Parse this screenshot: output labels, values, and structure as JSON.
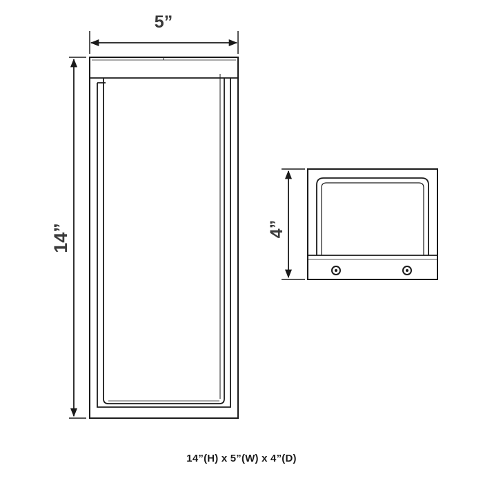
{
  "drawing": {
    "width_label": "5”",
    "height_label": "14”",
    "depth_label": "4”",
    "caption": "14”(H) x 5”(W) x 4”(D)",
    "colors": {
      "line": "#1a1a1a",
      "text": "#3a3a3a"
    }
  }
}
